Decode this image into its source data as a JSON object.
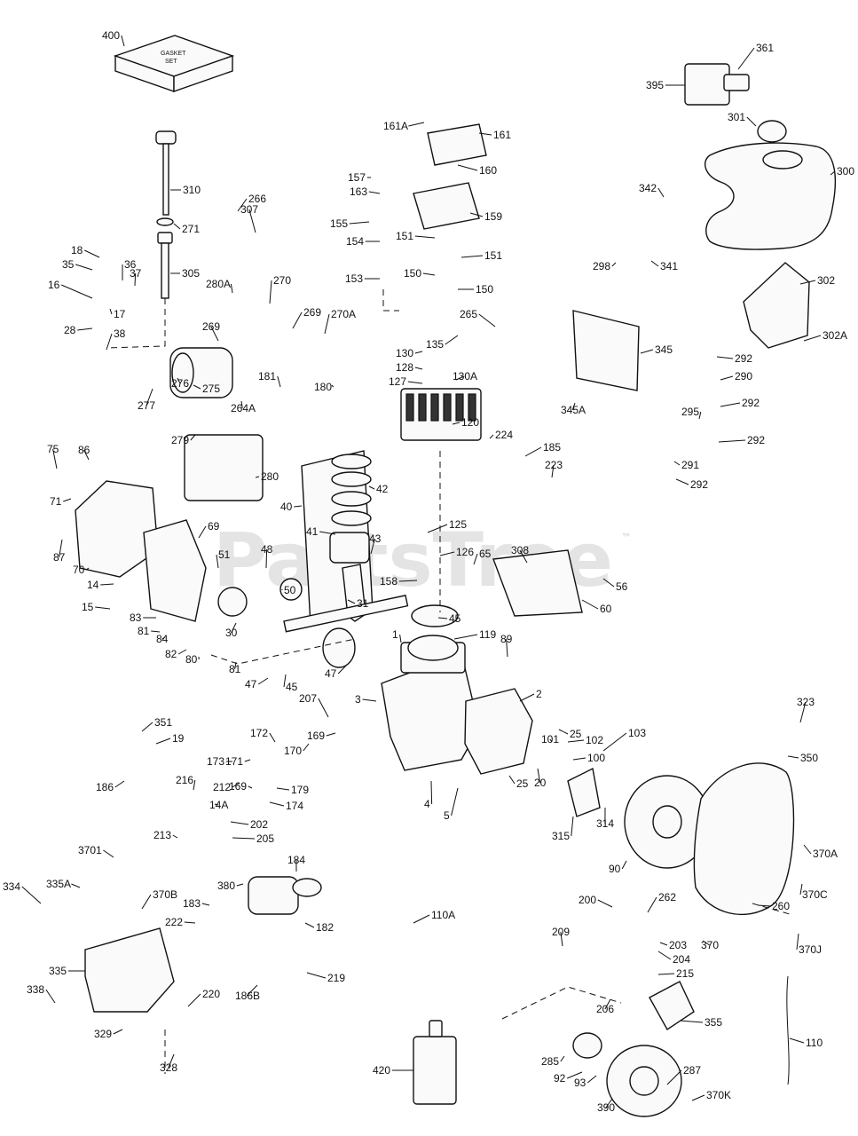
{
  "watermark": {
    "text": "PartsTree",
    "trademark": "™"
  },
  "box_text": [
    "GASKET",
    "SET"
  ],
  "callouts": [
    "400",
    "361",
    "395",
    "301",
    "300",
    "161A",
    "161",
    "160",
    "157",
    "163",
    "159",
    "342",
    "155",
    "154",
    "151",
    "151",
    "298",
    "341",
    "153",
    "150",
    "150",
    "310",
    "266",
    "271",
    "307",
    "305",
    "18",
    "35",
    "36",
    "37",
    "16",
    "17",
    "28",
    "38",
    "280A",
    "270",
    "269",
    "270A",
    "265",
    "135",
    "302",
    "345",
    "292",
    "290",
    "292",
    "302A",
    "295",
    "292",
    "291",
    "292",
    "269",
    "275",
    "276",
    "277",
    "264A",
    "181",
    "180",
    "130",
    "128",
    "127",
    "130A",
    "120",
    "224",
    "185",
    "223",
    "345A",
    "279",
    "280",
    "75",
    "86",
    "71",
    "87",
    "70",
    "14",
    "15",
    "69",
    "51",
    "48",
    "40",
    "42",
    "41",
    "43",
    "125",
    "126",
    "158",
    "65",
    "308",
    "56",
    "60",
    "83",
    "81",
    "84",
    "82",
    "80",
    "81",
    "47",
    "45",
    "47",
    "30",
    "50",
    "31",
    "45",
    "119",
    "1",
    "89",
    "3",
    "2",
    "25",
    "101",
    "102",
    "100",
    "103",
    "323",
    "350",
    "351",
    "19",
    "186",
    "207",
    "169",
    "170",
    "171",
    "172",
    "169",
    "173",
    "212",
    "179",
    "174",
    "216",
    "14A",
    "202",
    "205",
    "213",
    "4",
    "5",
    "25",
    "20",
    "315",
    "314",
    "90",
    "370A",
    "370C",
    "260",
    "370J",
    "370",
    "204",
    "203",
    "215",
    "262",
    "200",
    "209",
    "206",
    "184",
    "380",
    "183",
    "222",
    "182",
    "186B",
    "219",
    "3701",
    "370B",
    "335A",
    "334",
    "335",
    "338",
    "220",
    "329",
    "328",
    "110A",
    "420",
    "285",
    "92",
    "93",
    "355",
    "287",
    "370K",
    "390",
    "110"
  ]
}
